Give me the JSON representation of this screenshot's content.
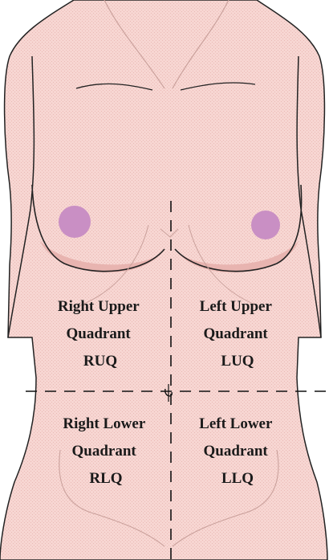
{
  "diagram": {
    "colors": {
      "skin": "#f7d6d2",
      "skin_shadow": "#e8b4b0",
      "areola": "#c98fc4",
      "outline": "#222222",
      "contour": "#caa19c"
    },
    "quadrants": {
      "ruq": {
        "line1": "Right Upper",
        "line2": "Quadrant",
        "abbr": "RUQ"
      },
      "luq": {
        "line1": "Left Upper",
        "line2": "Quadrant",
        "abbr": "LUQ"
      },
      "rlq": {
        "line1": "Right Lower",
        "line2": "Quadrant",
        "abbr": "RLQ"
      },
      "llq": {
        "line1": "Left Lower",
        "line2": "Quadrant",
        "abbr": "LLQ"
      }
    },
    "dividers": {
      "vertical": "dashed midline",
      "horizontal": "dashed line through umbilicus"
    },
    "landmarks": [
      "breasts",
      "umbilicus",
      "pelvic contour"
    ]
  }
}
